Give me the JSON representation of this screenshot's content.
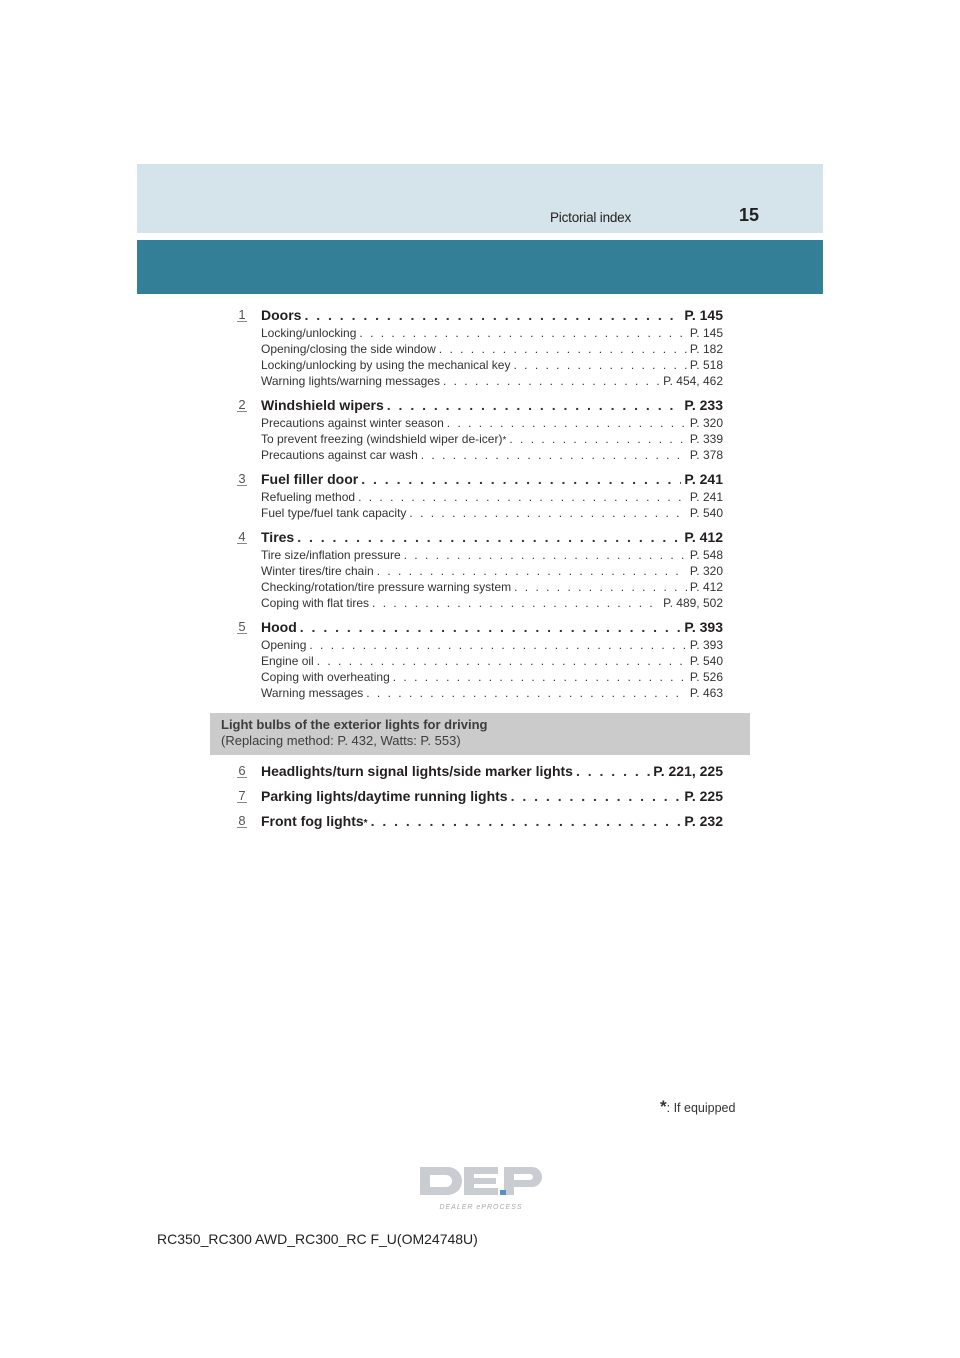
{
  "header": {
    "title": "Pictorial index",
    "page_number": "15"
  },
  "items": [
    {
      "number": "1",
      "title": "Doors",
      "page": "P. 145",
      "subitems": [
        {
          "label": "Locking/unlocking",
          "page": "P. 145"
        },
        {
          "label": "Opening/closing the side window",
          "page": "P. 182"
        },
        {
          "label": "Locking/unlocking by using the mechanical key",
          "page": "P. 518"
        },
        {
          "label": "Warning lights/warning messages",
          "page": "P. 454, 462"
        }
      ]
    },
    {
      "number": "2",
      "title": "Windshield wipers",
      "page": "P. 233",
      "subitems": [
        {
          "label": "Precautions against winter season",
          "page": "P. 320"
        },
        {
          "label": "To prevent freezing (windshield wiper de-icer)",
          "asterisk": "*",
          "page": "P. 339"
        },
        {
          "label": "Precautions against car wash",
          "page": "P. 378"
        }
      ]
    },
    {
      "number": "3",
      "title": "Fuel filler door",
      "page": "P. 241",
      "subitems": [
        {
          "label": "Refueling method",
          "page": "P. 241"
        },
        {
          "label": "Fuel type/fuel tank capacity",
          "page": "P. 540"
        }
      ]
    },
    {
      "number": "4",
      "title": "Tires",
      "page": "P. 412",
      "subitems": [
        {
          "label": "Tire size/inflation pressure",
          "page": "P. 548"
        },
        {
          "label": "Winter tires/tire chain",
          "page": "P. 320"
        },
        {
          "label": "Checking/rotation/tire pressure warning system",
          "page": "P. 412"
        },
        {
          "label": "Coping with flat tires",
          "page": "P. 489, 502"
        }
      ]
    },
    {
      "number": "5",
      "title": "Hood",
      "page": "P. 393",
      "subitems": [
        {
          "label": "Opening",
          "page": "P. 393"
        },
        {
          "label": "Engine oil",
          "page": "P. 540"
        },
        {
          "label": "Coping with overheating",
          "page": "P. 526"
        },
        {
          "label": "Warning messages",
          "page": "P. 463"
        }
      ]
    }
  ],
  "light_bulbs": {
    "heading": "Light bulbs of the exterior lights for driving",
    "subheading": "(Replacing method: P. 432, Watts: P. 553)"
  },
  "light_items": [
    {
      "number": "6",
      "title": "Headlights/turn signal lights/side marker lights",
      "page": "P. 221, 225"
    },
    {
      "number": "7",
      "title": "Parking lights/daytime running lights",
      "page": "P. 225"
    },
    {
      "number": "8",
      "title": "Front fog lights",
      "asterisk": "*",
      "page": "P. 232"
    }
  ],
  "footnote": {
    "symbol": "*",
    "text": ": If equipped"
  },
  "logo": {
    "text": "DEP",
    "tagline": "DEALER ePROCESS"
  },
  "footer": {
    "model": "RC350_RC300 AWD_RC300_RC F_U(OM24748U)"
  },
  "colors": {
    "header_light": "#d5e3ea",
    "header_dark": "#337f98",
    "gray_bar": "#cbcbcb"
  }
}
